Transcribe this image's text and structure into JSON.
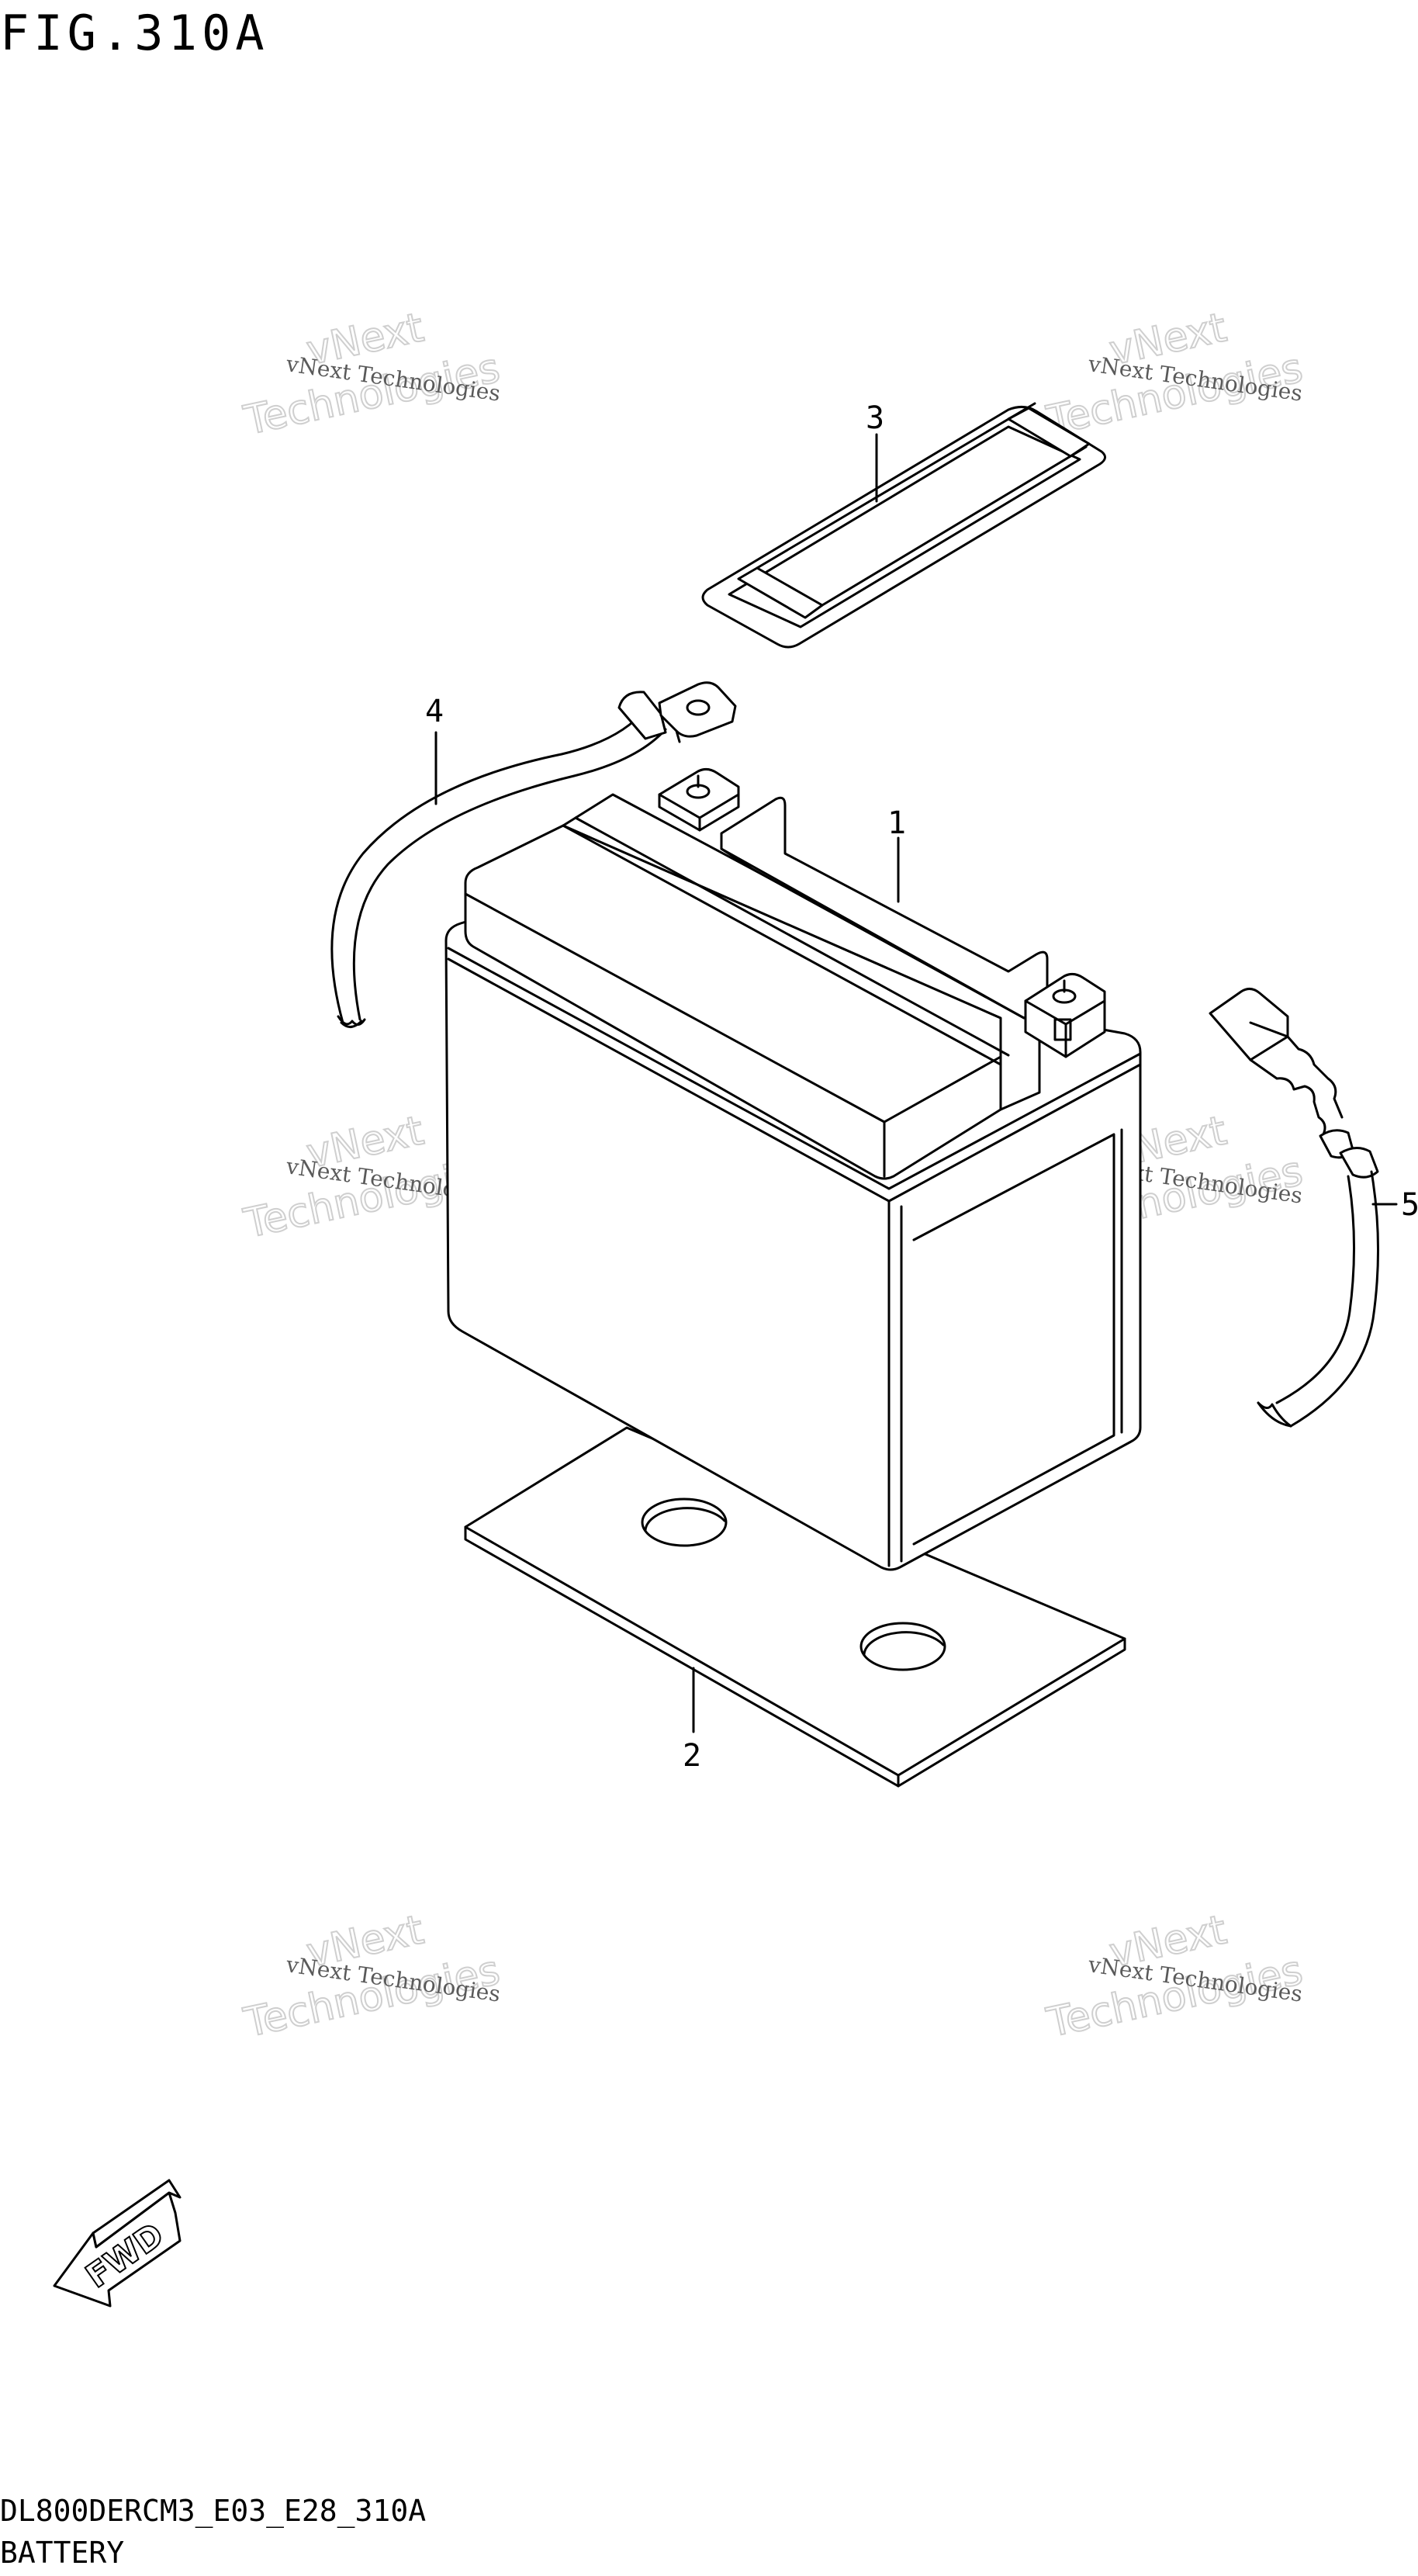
{
  "figure": {
    "title": "FIG.310A",
    "code": "DL800DERCM3_E03_E28_310A",
    "name": "BATTERY"
  },
  "callouts": [
    "1",
    "2",
    "3",
    "4",
    "5"
  ],
  "watermark": {
    "line1": "vNext Technologies",
    "line2": "vNext",
    "line3": "Technologies"
  },
  "direction": {
    "label": "FWD",
    "icon": "forward-arrow-icon"
  },
  "parts": [
    {
      "ref": "1",
      "part": "battery"
    },
    {
      "ref": "2",
      "part": "battery-plate"
    },
    {
      "ref": "3",
      "part": "battery-band"
    },
    {
      "ref": "4",
      "part": "positive-lead-wire"
    },
    {
      "ref": "5",
      "part": "negative-lead-wire"
    }
  ]
}
